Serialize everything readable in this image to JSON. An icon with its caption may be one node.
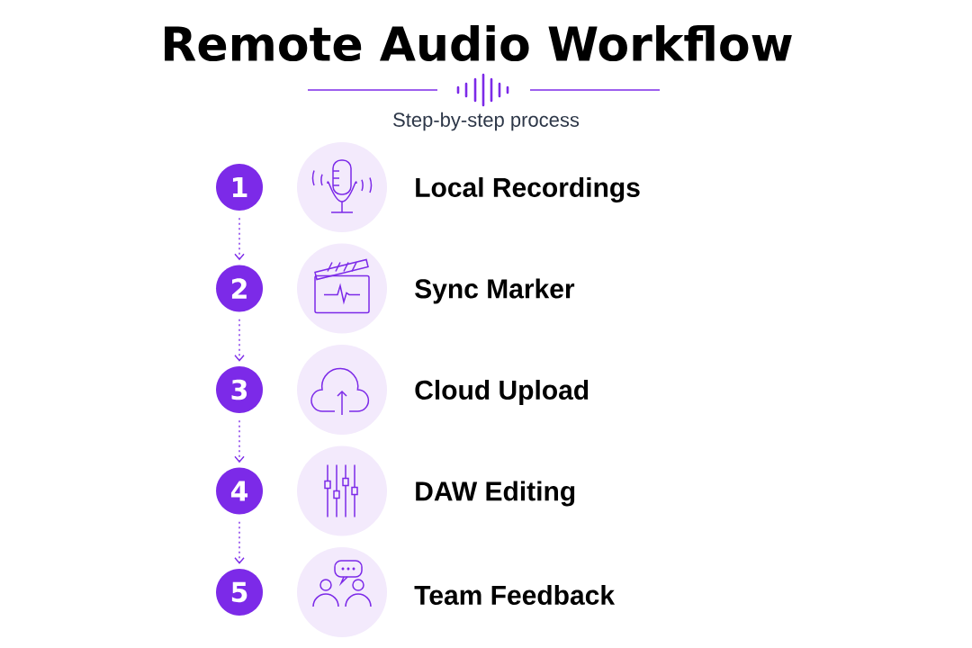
{
  "diagram": {
    "title": "Remote Audio Workflow",
    "nodes": [
      {
        "text": [
          "1"
        ]
      },
      {
        "text": [],
        "shape": "circle",
        "beside": [
          "Local Recordings"
        ]
      },
      {
        "text": [
          "2"
        ]
      },
      {
        "text": [],
        "shape": "circle",
        "beside": [
          "Sync Marker"
        ]
      },
      {
        "text": [
          "3"
        ]
      },
      {
        "text": [],
        "shape": "circle",
        "beside": [
          "Cloud Upload"
        ]
      },
      {
        "text": [
          "4"
        ]
      },
      {
        "text": [],
        "shape": "circle",
        "beside": [
          "DAW Editing"
        ]
      },
      {
        "text": [
          "5"
        ]
      },
      {
        "text": [],
        "shape": "circle",
        "beside": [
          "Team Feedback"
        ]
      }
    ],
    "edges": [
      {
        "from": 0,
        "to": 2,
        "arrow": "to",
        "style": "dashed"
      },
      {
        "from": 2,
        "to": 4,
        "arrow": "to",
        "style": "dashed"
      },
      {
        "from": 4,
        "to": 6,
        "arrow": "to",
        "style": "dashed"
      },
      {
        "from": 6,
        "to": 8,
        "arrow": "to",
        "style": "dashed"
      }
    ],
    "labels": [
      "Step-by-step process"
    ]
  }
}
